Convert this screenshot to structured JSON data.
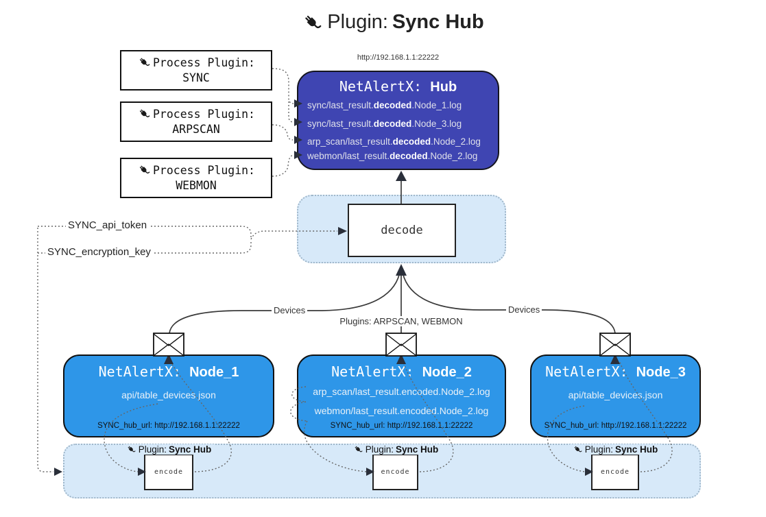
{
  "page_title": {
    "prefix": "Plugin:",
    "name": "Sync Hub"
  },
  "hub": {
    "url": "http://192.168.1.1:22222",
    "title_prefix": "NetAlertX:",
    "title_name": "Hub",
    "logs": [
      {
        "pre": "sync/last_result.",
        "bold": "decoded",
        "post": ".Node_1.log"
      },
      {
        "pre": "sync/last_result.",
        "bold": "decoded",
        "post": ".Node_3.log"
      },
      {
        "pre": "arp_scan/last_result.",
        "bold": "decoded",
        "post": ".Node_2.log"
      },
      {
        "pre": "webmon/last_result.",
        "bold": "decoded",
        "post": ".Node_2.log"
      }
    ]
  },
  "process_plugins": [
    {
      "label": "Process Plugin:",
      "name": "SYNC"
    },
    {
      "label": "Process Plugin:",
      "name": "ARPSCAN"
    },
    {
      "label": "Process Plugin:",
      "name": "WEBMON"
    }
  ],
  "decode_box": {
    "label": "decode"
  },
  "config": {
    "api_token": "SYNC_api_token",
    "encryption_key": "SYNC_encryption_key"
  },
  "edge_labels": {
    "devices_left": "Devices",
    "devices_right": "Devices",
    "plugins_middle": "Plugins: ARPSCAN, WEBMON"
  },
  "nodes": [
    {
      "title_prefix": "NetAlertX:",
      "title_name": "Node_1",
      "files": [
        "api/table_devices.json"
      ],
      "hub_url_label": "SYNC_hub_url: http://192.168.1.1:22222"
    },
    {
      "title_prefix": "NetAlertX:",
      "title_name": "Node_2",
      "files": [
        "arp_scan/last_result.encoded.Node_2.log",
        "webmon/last_result.encoded.Node_2.log"
      ],
      "hub_url_label": "SYNC_hub_url: http://192.168.1.1:22222"
    },
    {
      "title_prefix": "NetAlertX:",
      "title_name": "Node_3",
      "files": [
        "api/table_devices.json"
      ],
      "hub_url_label": "SYNC_hub_url: http://192.168.1.1:22222"
    }
  ],
  "encoders": [
    {
      "plugin_prefix": "Plugin:",
      "plugin_name": "Sync Hub",
      "label": "encode"
    },
    {
      "plugin_prefix": "Plugin:",
      "plugin_name": "Sync Hub",
      "label": "encode"
    },
    {
      "plugin_prefix": "Plugin:",
      "plugin_name": "Sync Hub",
      "label": "encode"
    }
  ],
  "colors": {
    "hub_fill": "#3f45b2",
    "hub_text": "#dfe0ea",
    "node_fill": "#2e96e8",
    "node_text": "#e9f1f8",
    "panel_fill": "#d7e9f9",
    "panel_border": "#9fb6c9"
  }
}
